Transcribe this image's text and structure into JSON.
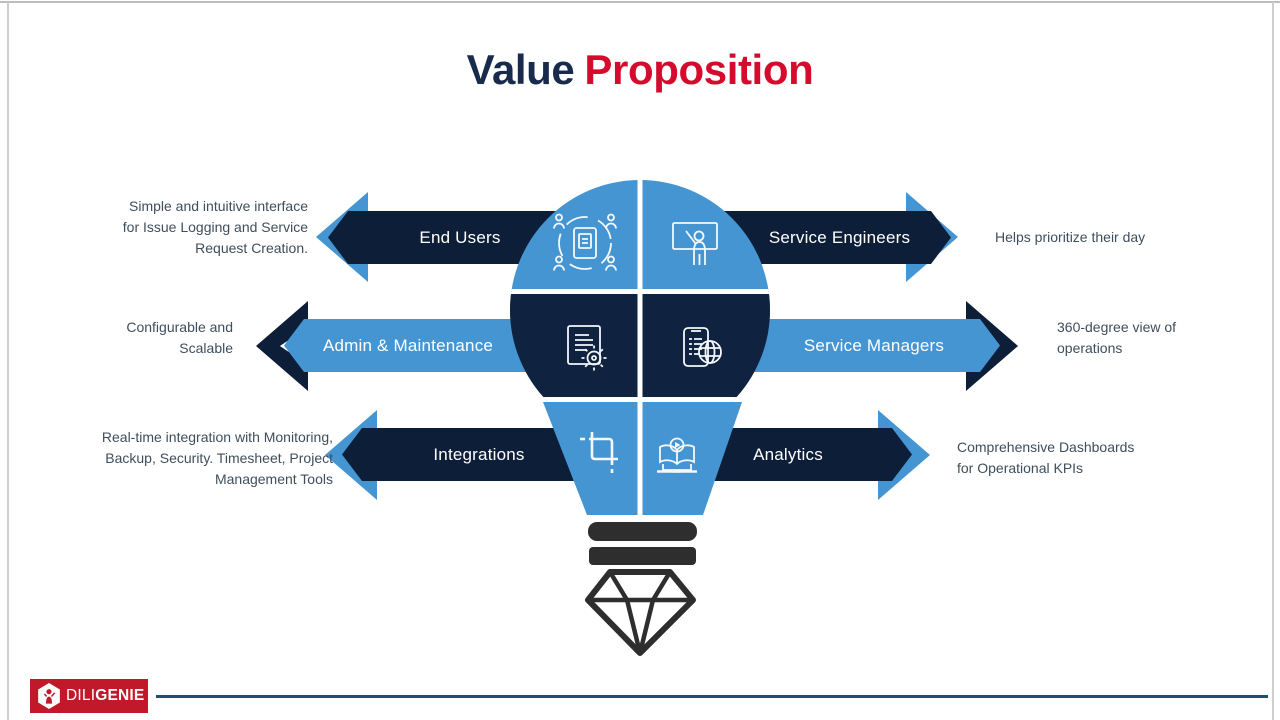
{
  "slide": {
    "title": {
      "word1": "Value",
      "word2": "Proposition"
    },
    "title_colors": {
      "word1": "#182b4d",
      "word2": "#d40b2d"
    }
  },
  "diagram": {
    "items": [
      {
        "id": "end-users",
        "side": "left",
        "label": "End Users",
        "description": "Simple and intuitive interface\nfor Issue Logging and Service\nRequest Creation.",
        "icon": "users-collaboration-icon"
      },
      {
        "id": "admin-maintenance",
        "side": "left",
        "label": "Admin & Maintenance",
        "description": "Configurable and\nScalable",
        "icon": "document-settings-icon"
      },
      {
        "id": "integrations",
        "side": "left",
        "label": "Integrations",
        "description": "Real-time integration with Monitoring,\nBackup, Security. Timesheet, Project\nManagement Tools",
        "icon": "crop-tool-icon"
      },
      {
        "id": "service-engineers",
        "side": "right",
        "label": "Service Engineers",
        "description": "Helps prioritize their day",
        "icon": "presenter-icon"
      },
      {
        "id": "service-managers",
        "side": "right",
        "label": "Service Managers",
        "description": "360-degree view of\noperations",
        "icon": "mobile-globe-icon"
      },
      {
        "id": "analytics",
        "side": "right",
        "label": "Analytics",
        "description": "Comprehensive Dashboards\nfor Operational KPIs",
        "icon": "elearning-laptop-icon"
      }
    ],
    "colors": {
      "dark_navy": "#0d1e38",
      "light_blue": "#4695d3",
      "bulb_navy": "#0f2340",
      "base_gray": "#2e2e2e"
    }
  },
  "footer": {
    "logo_light": "DILI",
    "logo_bold": "GENIE"
  }
}
